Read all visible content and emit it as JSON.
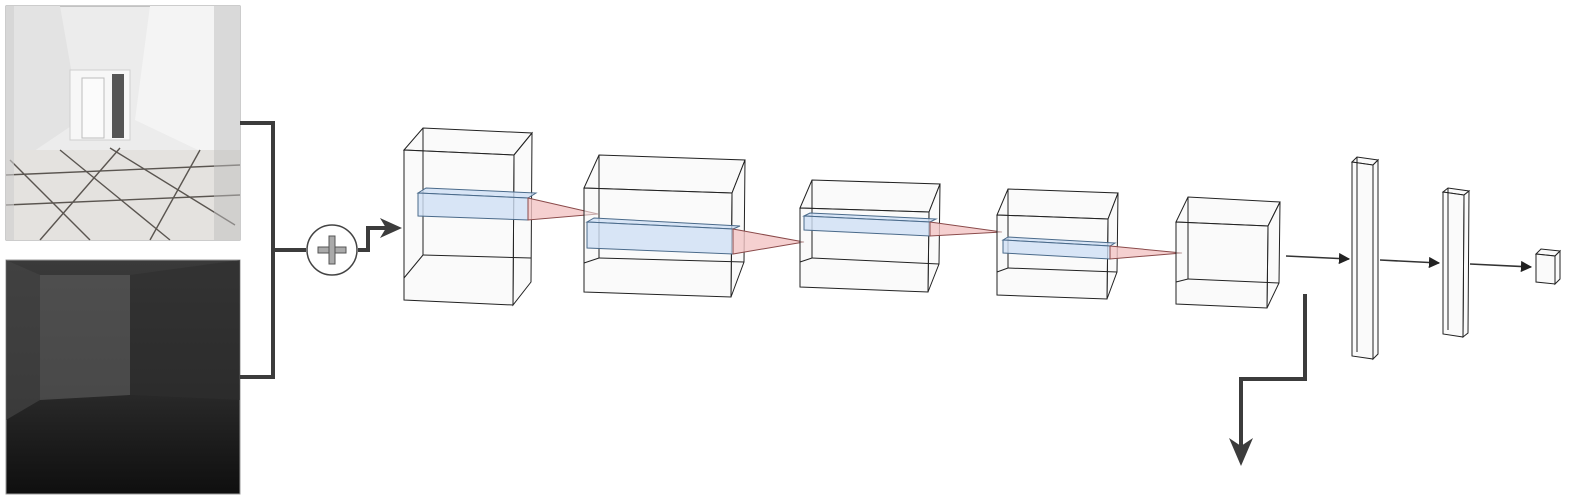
{
  "diagram": {
    "inputs": [
      {
        "name": "rgb-image",
        "kind": "photo of empty hallway with tiled floor"
      },
      {
        "name": "depth-image",
        "kind": "grayscale depth map"
      }
    ],
    "fusion_symbol": "+",
    "conv_stages": 5,
    "fc_stages": 3
  }
}
